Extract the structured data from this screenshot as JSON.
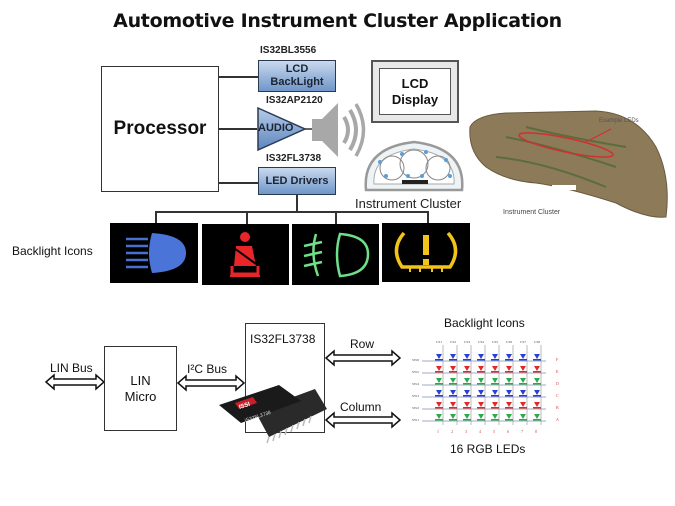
{
  "title": "Automotive Instrument Cluster Application",
  "top_diagram": {
    "processor_label": "Processor",
    "chips": [
      {
        "part": "IS32BL3556",
        "function_line1": "LCD",
        "function_line2": "BackLight"
      },
      {
        "part": "IS32AP2120",
        "function": "AUDIO"
      },
      {
        "part": "IS32FL3738",
        "function": "LED Drivers"
      }
    ],
    "lcd_display": {
      "line1": "LCD",
      "line2": "Display"
    },
    "instrument_cluster_label": "Instrument Cluster",
    "pcb_photo": {
      "annotation": "Example LEDs",
      "caption": "Instrument Cluster"
    },
    "backlight_icons_label": "Backlight Icons",
    "icons": [
      {
        "name": "headlight-high-beam",
        "color": "#4a74d8"
      },
      {
        "name": "seatbelt-warning",
        "color": "#e8262a"
      },
      {
        "name": "fog-light",
        "color": "#6fe08a"
      },
      {
        "name": "tire-pressure-warning",
        "color": "#f2c318"
      }
    ]
  },
  "bottom_diagram": {
    "lin_bus_label": "LIN Bus",
    "lin_micro_line1": "LIN",
    "lin_micro_line2": "Micro",
    "i2c_bus_label": "I²C Bus",
    "driver_label": "IS32FL3738",
    "chip_brand": "ISSI",
    "chip_marking": "IS32FL3738",
    "row_label": "Row",
    "column_label": "Column",
    "matrix": {
      "title": "Backlight Icons",
      "caption": "16 RGB LEDs",
      "column_headers": [
        "CS1",
        "CS2",
        "CS3",
        "CS4",
        "CS5",
        "CS6",
        "CS7",
        "CS8"
      ],
      "row_headers": [
        "SW6",
        "SW5",
        "SW4",
        "SW3",
        "SW2",
        "SW1"
      ],
      "row_colors": [
        "#2b3fd6",
        "#e02a2a",
        "#2faa4a",
        "#2b3fd6",
        "#e02a2a",
        "#2faa4a"
      ],
      "right_labels": [
        "F",
        "E",
        "D",
        "C",
        "B",
        "A"
      ],
      "bottom_labels": [
        "1",
        "2",
        "3",
        "4",
        "5",
        "6",
        "7",
        "8"
      ]
    }
  }
}
